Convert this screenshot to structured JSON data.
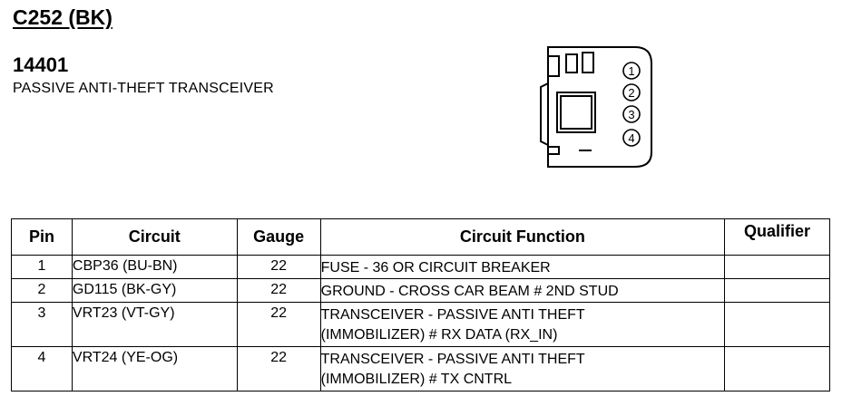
{
  "header": {
    "connector_id": "C252 (BK)",
    "part_number": "14401",
    "description": "PASSIVE ANTI-THEFT TRANSCEIVER"
  },
  "diagram": {
    "pin_numbers": [
      "1",
      "2",
      "3",
      "4"
    ]
  },
  "table": {
    "headers": {
      "pin": "Pin",
      "circuit": "Circuit",
      "gauge": "Gauge",
      "function": "Circuit Function",
      "qualifier": "Qualifier"
    },
    "rows": [
      {
        "pin": "1",
        "circuit": "CBP36 (BU-BN)",
        "gauge": "22",
        "function": [
          "FUSE - 36 OR CIRCUIT BREAKER"
        ],
        "qualifier": ""
      },
      {
        "pin": "2",
        "circuit": "GD115 (BK-GY)",
        "gauge": "22",
        "function": [
          "GROUND - CROSS CAR BEAM # 2ND STUD"
        ],
        "qualifier": ""
      },
      {
        "pin": "3",
        "circuit": "VRT23 (VT-GY)",
        "gauge": "22",
        "function": [
          "TRANSCEIVER - PASSIVE ANTI THEFT",
          "(IMMOBILIZER) # RX DATA (RX_IN)"
        ],
        "qualifier": ""
      },
      {
        "pin": "4",
        "circuit": "VRT24 (YE-OG)",
        "gauge": "22",
        "function": [
          "TRANSCEIVER - PASSIVE ANTI THEFT",
          "(IMMOBILIZER) # TX CNTRL"
        ],
        "qualifier": ""
      }
    ]
  }
}
